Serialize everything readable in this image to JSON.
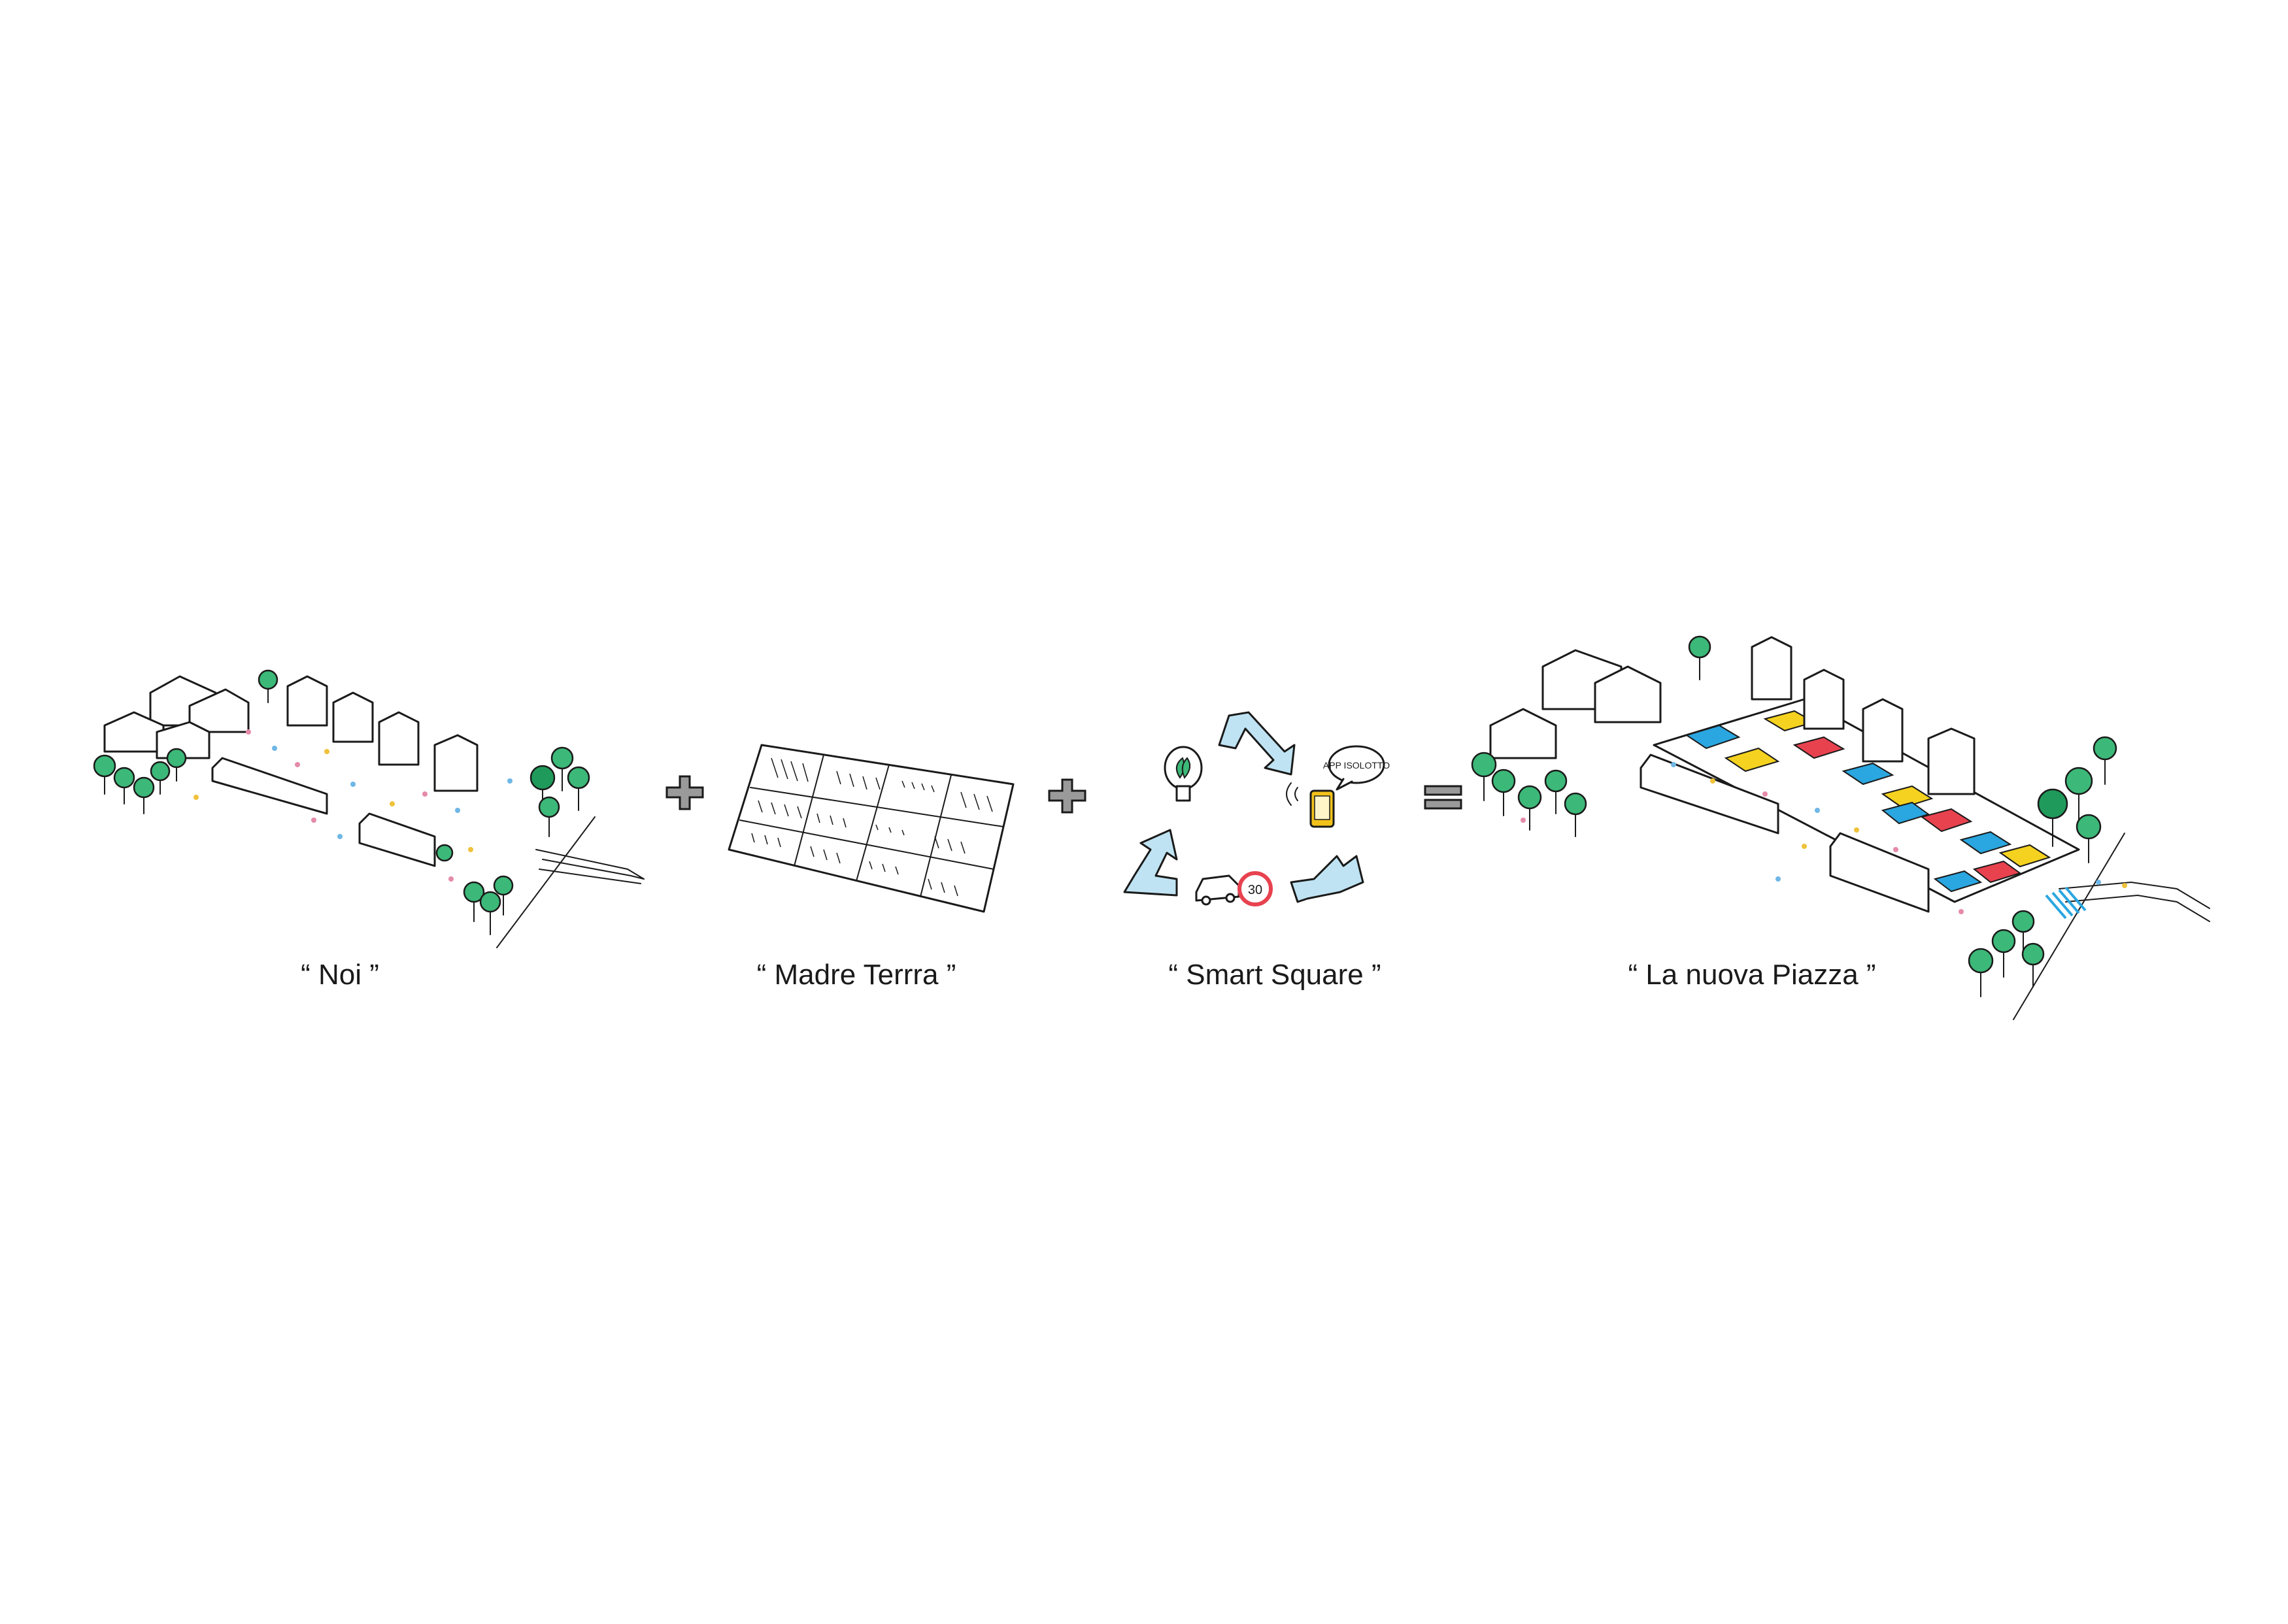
{
  "panels": [
    {
      "id": "noi",
      "caption": "“ Noi ”"
    },
    {
      "id": "madre-terra",
      "caption": "“ Madre Terrra ”"
    },
    {
      "id": "smart-square",
      "caption": "“ Smart Square ”"
    },
    {
      "id": "nuova-piazza",
      "caption": "“ La nuova Piazza ”"
    }
  ],
  "operators": {
    "plus": "+",
    "equals": "="
  },
  "smart_square": {
    "speech_bubble": "APP ISOLOTTO",
    "speed_limit": "30"
  },
  "colors": {
    "tree": "#3cb878",
    "tree_dark": "#1f9a5b",
    "arrow": "#bfe3f2",
    "phone": "#f2c21b",
    "square_yellow": "#f4d21f",
    "square_blue": "#2aa6e0",
    "square_red": "#e8424f",
    "operator_grey": "#9a9a9a"
  }
}
